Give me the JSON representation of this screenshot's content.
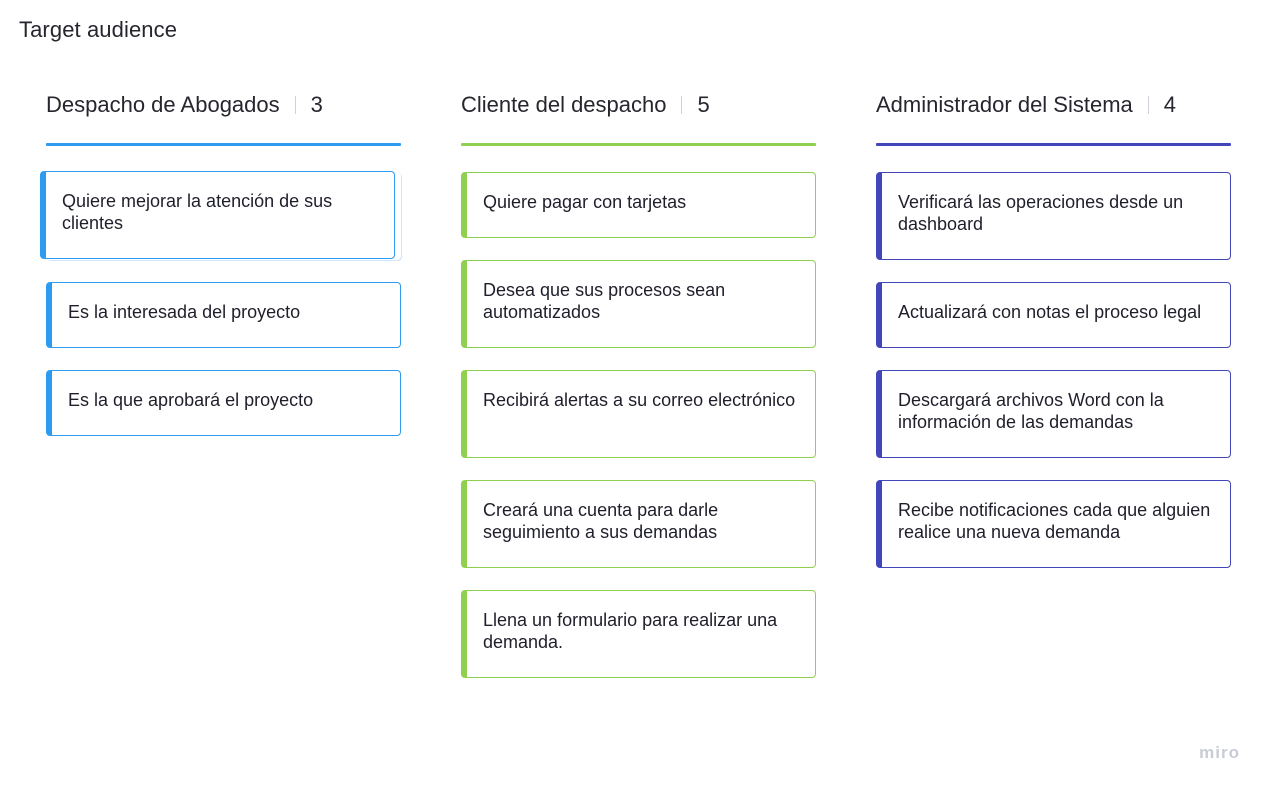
{
  "board": {
    "title": "Target audience",
    "logo_text": "miro"
  },
  "columns": [
    {
      "title": "Despacho de Abogados",
      "count": "3",
      "color": "#2d9bf0",
      "cards": [
        "Quiere mejorar la atención de sus clientes",
        "Es la interesada del proyecto",
        "Es la que aprobará el proyecto"
      ]
    },
    {
      "title": "Cliente del despacho",
      "count": "5",
      "color": "#8fd14f",
      "cards": [
        "Quiere pagar con tarjetas",
        "Desea que sus procesos sean automatizados",
        "Recibirá alertas a su correo electrónico",
        "Creará una cuenta para darle seguimiento a sus demandas",
        "Llena un formulario para realizar una demanda."
      ]
    },
    {
      "title": "Administrador del Sistema",
      "count": "4",
      "color": "#4346b8",
      "cards": [
        "Verificará las operaciones desde un dashboard",
        "Actualizará con notas el proceso legal",
        "Descargará archivos Word con la información de las demandas",
        "Recibe notificaciones cada que alguien realice una nueva demanda"
      ]
    }
  ]
}
